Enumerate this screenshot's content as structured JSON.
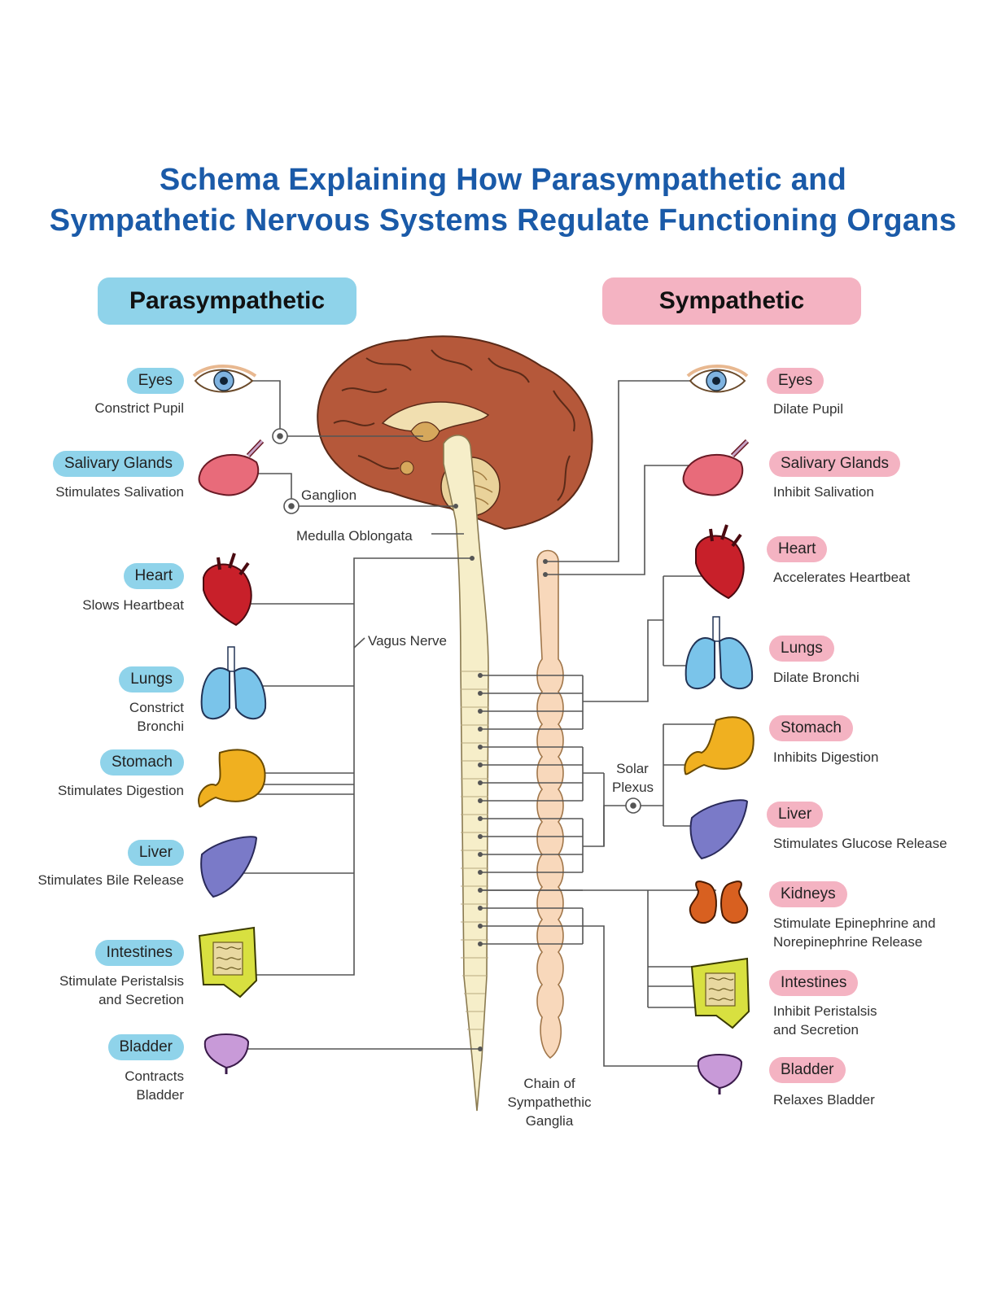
{
  "title": {
    "line1": "Schema Explaining How Parasympathetic and",
    "line2": "Sympathetic Nervous Systems Regulate Functioning Organs"
  },
  "headers": {
    "parasympathetic": "Parasympathetic",
    "sympathetic": "Sympathetic"
  },
  "colors": {
    "title": "#1a5aa8",
    "parasympathetic_pill": "#8fd3ea",
    "sympathetic_pill": "#f4b3c2",
    "brain": "#b5583a",
    "spinal_cord": "#f6eec9",
    "ganglia_chain": "#f8d8bb"
  },
  "structures": {
    "ganglion": "Ganglion",
    "medulla": "Medulla Oblongata",
    "vagus": "Vagus Nerve",
    "solar_line1": "Solar",
    "solar_line2": "Plexus",
    "chain_line1": "Chain of",
    "chain_line2": "Sympathethic",
    "chain_line3": "Ganglia"
  },
  "parasympathetic": {
    "eyes": {
      "organ": "Eyes",
      "effect": "Constrict Pupil"
    },
    "salivary": {
      "organ": "Salivary Glands",
      "effect": "Stimulates Salivation"
    },
    "heart": {
      "organ": "Heart",
      "effect": "Slows Heartbeat"
    },
    "lungs": {
      "organ": "Lungs",
      "effect_line1": "Constrict",
      "effect_line2": "Bronchi"
    },
    "stomach": {
      "organ": "Stomach",
      "effect": "Stimulates Digestion"
    },
    "liver": {
      "organ": "Liver",
      "effect": "Stimulates Bile Release"
    },
    "intestines": {
      "organ": "Intestines",
      "effect_line1": "Stimulate Peristalsis",
      "effect_line2": "and Secretion"
    },
    "bladder": {
      "organ": "Bladder",
      "effect_line1": "Contracts",
      "effect_line2": "Bladder"
    }
  },
  "sympathetic": {
    "eyes": {
      "organ": "Eyes",
      "effect": "Dilate Pupil"
    },
    "salivary": {
      "organ": "Salivary Glands",
      "effect": "Inhibit Salivation"
    },
    "heart": {
      "organ": "Heart",
      "effect": "Accelerates Heartbeat"
    },
    "lungs": {
      "organ": "Lungs",
      "effect": "Dilate Bronchi"
    },
    "stomach": {
      "organ": "Stomach",
      "effect": "Inhibits Digestion"
    },
    "liver": {
      "organ": "Liver",
      "effect": "Stimulates Glucose Release"
    },
    "kidneys": {
      "organ": "Kidneys",
      "effect_line1": "Stimulate Epinephrine and",
      "effect_line2": "Norepinephrine Release"
    },
    "intestines": {
      "organ": "Intestines",
      "effect_line1": "Inhibit Peristalsis",
      "effect_line2": "and Secretion"
    },
    "bladder": {
      "organ": "Bladder",
      "effect": "Relaxes Bladder"
    }
  }
}
